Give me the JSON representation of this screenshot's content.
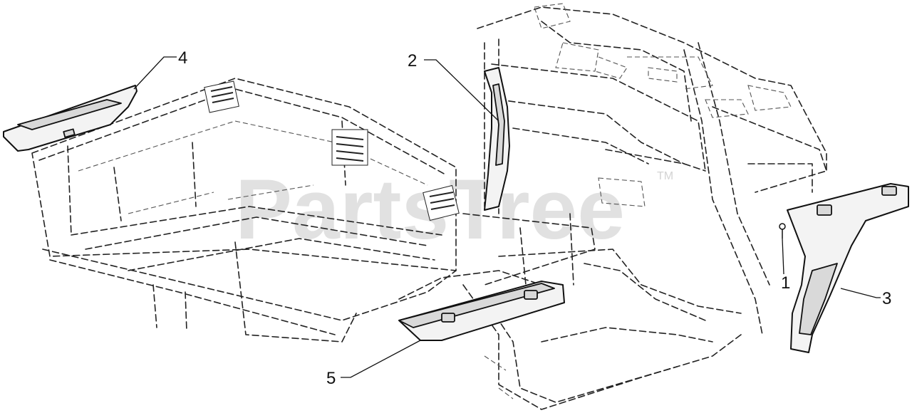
{
  "watermark": {
    "text": "PartsTree",
    "trademark": "TM"
  },
  "callouts": [
    {
      "id": "1",
      "label": "1"
    },
    {
      "id": "2",
      "label": "2"
    },
    {
      "id": "3",
      "label": "3"
    },
    {
      "id": "4",
      "label": "4"
    },
    {
      "id": "5",
      "label": "5"
    }
  ]
}
